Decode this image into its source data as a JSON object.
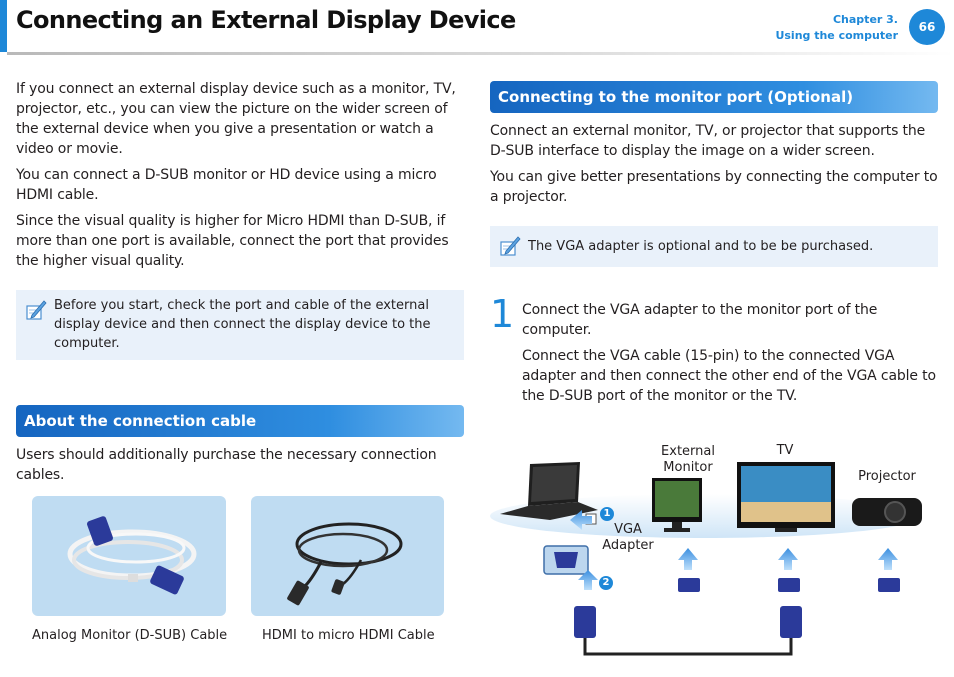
{
  "header": {
    "title": "Connecting an External Display Device",
    "chapter": "Chapter 3.",
    "chapter_title": "Using the computer",
    "page_number": "66"
  },
  "left": {
    "intro": [
      "If you connect an external display device such as a monitor, TV, projector, etc., you can view the picture on the wider screen of the external device when you give a presentation or watch a video or movie.",
      "You can connect a D-SUB monitor or HD device using a micro HDMI cable.",
      "Since the visual quality is higher for Micro HDMI than D-SUB, if more than one port is available, connect the port that provides the higher visual quality."
    ],
    "note": "Before you start, check the port and cable of the external display device and then connect the display device to the computer.",
    "section_title": "About the connection cable",
    "section_text": "Users should additionally purchase the necessary connection cables.",
    "cables": [
      {
        "caption": "Analog Monitor (D-SUB) Cable"
      },
      {
        "caption": "HDMI to micro HDMI Cable"
      }
    ]
  },
  "right": {
    "section_title": "Connecting to the monitor port (Optional)",
    "paras": [
      "Connect an external monitor, TV, or projector that supports the D-SUB interface to display the image on a wider screen.",
      "You can give better presentations by connecting the computer to a projector."
    ],
    "note": "The VGA adapter is optional and to be be purchased.",
    "step": {
      "number": "1",
      "text1": "Connect the VGA adapter to the monitor port of the computer.",
      "text2": "Connect the VGA cable (15-pin) to the connected VGA adapter and then connect the other end of the VGA cable to the D-SUB port of the monitor or the TV."
    },
    "diagram": {
      "label_monitor": "External Monitor",
      "label_tv": "TV",
      "label_projector": "Projector",
      "label_adapter": "VGA Adapter",
      "marker1": "1",
      "marker2": "2"
    }
  },
  "colors": {
    "accent": "#1e88d8",
    "note_bg": "#e9f1fa",
    "cable_bg": "#bfdcf2"
  }
}
